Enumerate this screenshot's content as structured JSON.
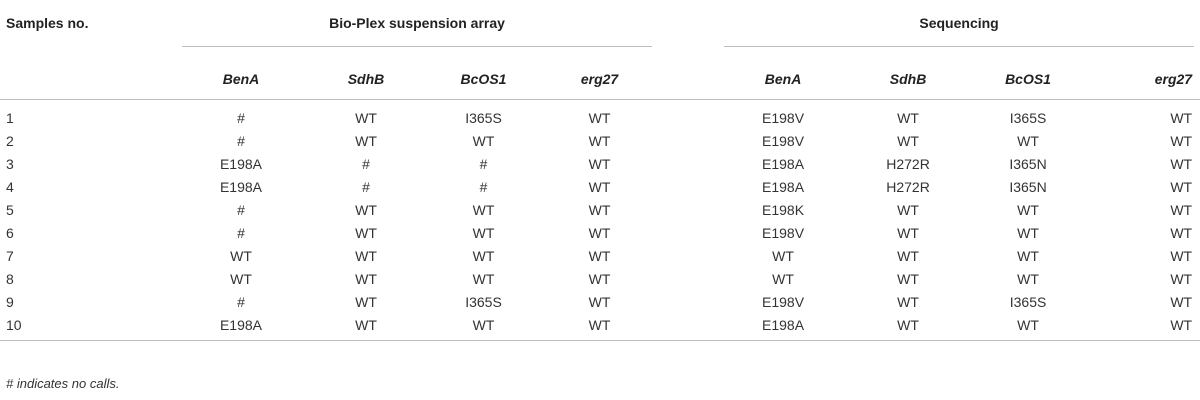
{
  "table": {
    "first_col_header": "Samples no.",
    "groups": [
      {
        "label": "Bio-Plex suspension array",
        "sub": [
          "BenA",
          "SdhB",
          "BcOS1",
          "erg27"
        ]
      },
      {
        "label": "Sequencing",
        "sub": [
          "BenA",
          "SdhB",
          "BcOS1",
          "erg27"
        ]
      }
    ],
    "rows": [
      [
        "1",
        "#",
        "WT",
        "I365S",
        "WT",
        "E198V",
        "WT",
        "I365S",
        "WT"
      ],
      [
        "2",
        "#",
        "WT",
        "WT",
        "WT",
        "E198V",
        "WT",
        "WT",
        "WT"
      ],
      [
        "3",
        "E198A",
        "#",
        "#",
        "WT",
        "E198A",
        "H272R",
        "I365N",
        "WT"
      ],
      [
        "4",
        "E198A",
        "#",
        "#",
        "WT",
        "E198A",
        "H272R",
        "I365N",
        "WT"
      ],
      [
        "5",
        "#",
        "WT",
        "WT",
        "WT",
        "E198K",
        "WT",
        "WT",
        "WT"
      ],
      [
        "6",
        "#",
        "WT",
        "WT",
        "WT",
        "E198V",
        "WT",
        "WT",
        "WT"
      ],
      [
        "7",
        "WT",
        "WT",
        "WT",
        "WT",
        "WT",
        "WT",
        "WT",
        "WT"
      ],
      [
        "8",
        "WT",
        "WT",
        "WT",
        "WT",
        "WT",
        "WT",
        "WT",
        "WT"
      ],
      [
        "9",
        "#",
        "WT",
        "I365S",
        "WT",
        "E198V",
        "WT",
        "I365S",
        "WT"
      ],
      [
        "10",
        "E198A",
        "WT",
        "WT",
        "WT",
        "E198A",
        "WT",
        "WT",
        "WT"
      ]
    ]
  },
  "footnote": "# indicates no calls."
}
